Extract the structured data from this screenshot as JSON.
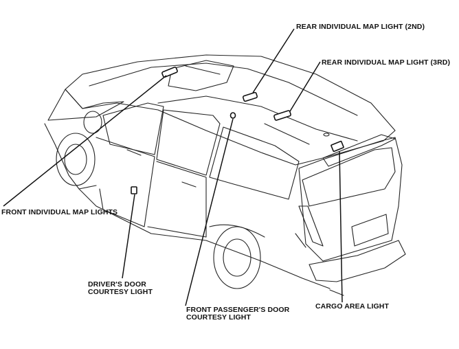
{
  "labels": {
    "rear_2nd": "REAR INDIVIDUAL MAP LIGHT (2ND)",
    "rear_3rd": "REAR INDIVIDUAL MAP LIGHT (3RD)",
    "front_map": "FRONT INDIVIDUAL MAP LIGHTS",
    "driver_door_line1": "DRIVER'S DOOR",
    "driver_door_line2": "COURTESY LIGHT",
    "front_pass_line1": "FRONT PASSENGER'S DOOR",
    "front_pass_line2": "COURTESY LIGHT",
    "cargo": "CARGO AREA LIGHT"
  }
}
